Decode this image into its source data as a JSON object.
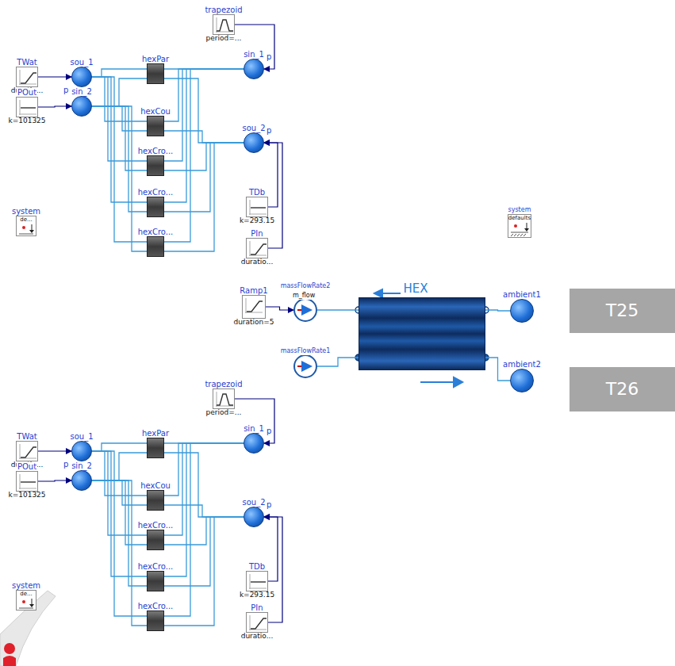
{
  "diagram": {
    "nodes": [
      {
        "text": [
          "TWat",
          "duratio..."
        ]
      },
      {
        "text": [
          "sou_1"
        ]
      },
      {
        "text": [
          "POut",
          "k=101325"
        ]
      },
      {
        "text": [
          "sin_2"
        ]
      },
      {
        "text": [
          "hexPar"
        ]
      },
      {
        "text": [
          "hexCou"
        ]
      },
      {
        "text": [
          "hexCro..."
        ]
      },
      {
        "text": [
          "hexCro..."
        ]
      },
      {
        "text": [
          "hexCro..."
        ]
      },
      {
        "text": [
          "trapezoid",
          "period=..."
        ]
      },
      {
        "text": [
          "sin_1"
        ]
      },
      {
        "text": [
          "sou_2"
        ]
      },
      {
        "text": [
          "TDb",
          "k=293.15"
        ]
      },
      {
        "text": [
          "PIn",
          "duratio..."
        ]
      },
      {
        "text": [
          "system",
          "de..."
        ]
      },
      {
        "text": [
          "TWat",
          "duratio..."
        ]
      },
      {
        "text": [
          "sou_1"
        ]
      },
      {
        "text": [
          "POut",
          "k=101325"
        ]
      },
      {
        "text": [
          "sin_2"
        ]
      },
      {
        "text": [
          "hexPar"
        ]
      },
      {
        "text": [
          "hexCou"
        ]
      },
      {
        "text": [
          "hexCro..."
        ]
      },
      {
        "text": [
          "hexCro..."
        ]
      },
      {
        "text": [
          "hexCro..."
        ]
      },
      {
        "text": [
          "trapezoid",
          "period=..."
        ]
      },
      {
        "text": [
          "sin_1"
        ]
      },
      {
        "text": [
          "sou_2"
        ]
      },
      {
        "text": [
          "TDb",
          "k=293.15"
        ]
      },
      {
        "text": [
          "PIn",
          "duratio..."
        ]
      },
      {
        "text": [
          "system",
          "de..."
        ]
      },
      {
        "text": [
          "system",
          "defaults"
        ]
      },
      {
        "text": [
          "Ramp1",
          "duration=5"
        ]
      },
      {
        "text": [
          "massFlowRate2",
          "m_flow"
        ]
      },
      {
        "text": [
          "massFlowRate1"
        ]
      },
      {
        "text": [
          "HEX"
        ]
      },
      {
        "text": [
          "ambient1"
        ]
      },
      {
        "text": [
          "ambient2"
        ]
      },
      {
        "text": [
          "T25"
        ]
      },
      {
        "text": [
          "T26"
        ]
      }
    ],
    "edges": [
      {
        "from": 0,
        "to": 1,
        "arrow": "to"
      },
      {
        "from": 2,
        "to": 3,
        "arrow": "to"
      },
      {
        "from": 1,
        "to": 4,
        "arrow": "none"
      },
      {
        "from": 4,
        "to": 10,
        "arrow": "none"
      },
      {
        "from": 11,
        "to": 4,
        "arrow": "none"
      },
      {
        "from": 4,
        "to": 3,
        "arrow": "none"
      },
      {
        "from": 1,
        "to": 5,
        "arrow": "none"
      },
      {
        "from": 5,
        "to": 10,
        "arrow": "none"
      },
      {
        "from": 11,
        "to": 5,
        "arrow": "none"
      },
      {
        "from": 5,
        "to": 3,
        "arrow": "none"
      },
      {
        "from": 1,
        "to": 6,
        "arrow": "none"
      },
      {
        "from": 6,
        "to": 10,
        "arrow": "none"
      },
      {
        "from": 11,
        "to": 6,
        "arrow": "none"
      },
      {
        "from": 6,
        "to": 3,
        "arrow": "none"
      },
      {
        "from": 1,
        "to": 7,
        "arrow": "none"
      },
      {
        "from": 7,
        "to": 10,
        "arrow": "none"
      },
      {
        "from": 11,
        "to": 7,
        "arrow": "none"
      },
      {
        "from": 7,
        "to": 3,
        "arrow": "none"
      },
      {
        "from": 1,
        "to": 8,
        "arrow": "none"
      },
      {
        "from": 8,
        "to": 10,
        "arrow": "none"
      },
      {
        "from": 11,
        "to": 8,
        "arrow": "none"
      },
      {
        "from": 8,
        "to": 3,
        "arrow": "none"
      },
      {
        "from": 9,
        "to": 10,
        "arrow": "to"
      },
      {
        "from": 12,
        "to": 11,
        "arrow": "to"
      },
      {
        "from": 13,
        "to": 11,
        "arrow": "to"
      },
      {
        "from": 15,
        "to": 16,
        "arrow": "to"
      },
      {
        "from": 17,
        "to": 18,
        "arrow": "to"
      },
      {
        "from": 16,
        "to": 19,
        "arrow": "none"
      },
      {
        "from": 19,
        "to": 25,
        "arrow": "none"
      },
      {
        "from": 26,
        "to": 19,
        "arrow": "none"
      },
      {
        "from": 19,
        "to": 18,
        "arrow": "none"
      },
      {
        "from": 16,
        "to": 20,
        "arrow": "none"
      },
      {
        "from": 20,
        "to": 25,
        "arrow": "none"
      },
      {
        "from": 26,
        "to": 20,
        "arrow": "none"
      },
      {
        "from": 20,
        "to": 18,
        "arrow": "none"
      },
      {
        "from": 16,
        "to": 21,
        "arrow": "none"
      },
      {
        "from": 21,
        "to": 25,
        "arrow": "none"
      },
      {
        "from": 26,
        "to": 21,
        "arrow": "none"
      },
      {
        "from": 21,
        "to": 18,
        "arrow": "none"
      },
      {
        "from": 16,
        "to": 22,
        "arrow": "none"
      },
      {
        "from": 22,
        "to": 25,
        "arrow": "none"
      },
      {
        "from": 26,
        "to": 22,
        "arrow": "none"
      },
      {
        "from": 22,
        "to": 18,
        "arrow": "none"
      },
      {
        "from": 16,
        "to": 23,
        "arrow": "none"
      },
      {
        "from": 23,
        "to": 25,
        "arrow": "none"
      },
      {
        "from": 26,
        "to": 23,
        "arrow": "none"
      },
      {
        "from": 23,
        "to": 18,
        "arrow": "none"
      },
      {
        "from": 24,
        "to": 25,
        "arrow": "to"
      },
      {
        "from": 27,
        "to": 26,
        "arrow": "to"
      },
      {
        "from": 28,
        "to": 26,
        "arrow": "to"
      },
      {
        "from": 31,
        "to": 32,
        "arrow": "to"
      },
      {
        "from": 32,
        "to": 34,
        "arrow": "none"
      },
      {
        "from": 33,
        "to": 34,
        "arrow": "none"
      },
      {
        "from": 34,
        "to": 35,
        "arrow": "none"
      },
      {
        "from": 34,
        "to": 36,
        "arrow": "none"
      }
    ],
    "labels": [
      "p",
      "p",
      "p",
      "p",
      "p",
      "p"
    ]
  }
}
